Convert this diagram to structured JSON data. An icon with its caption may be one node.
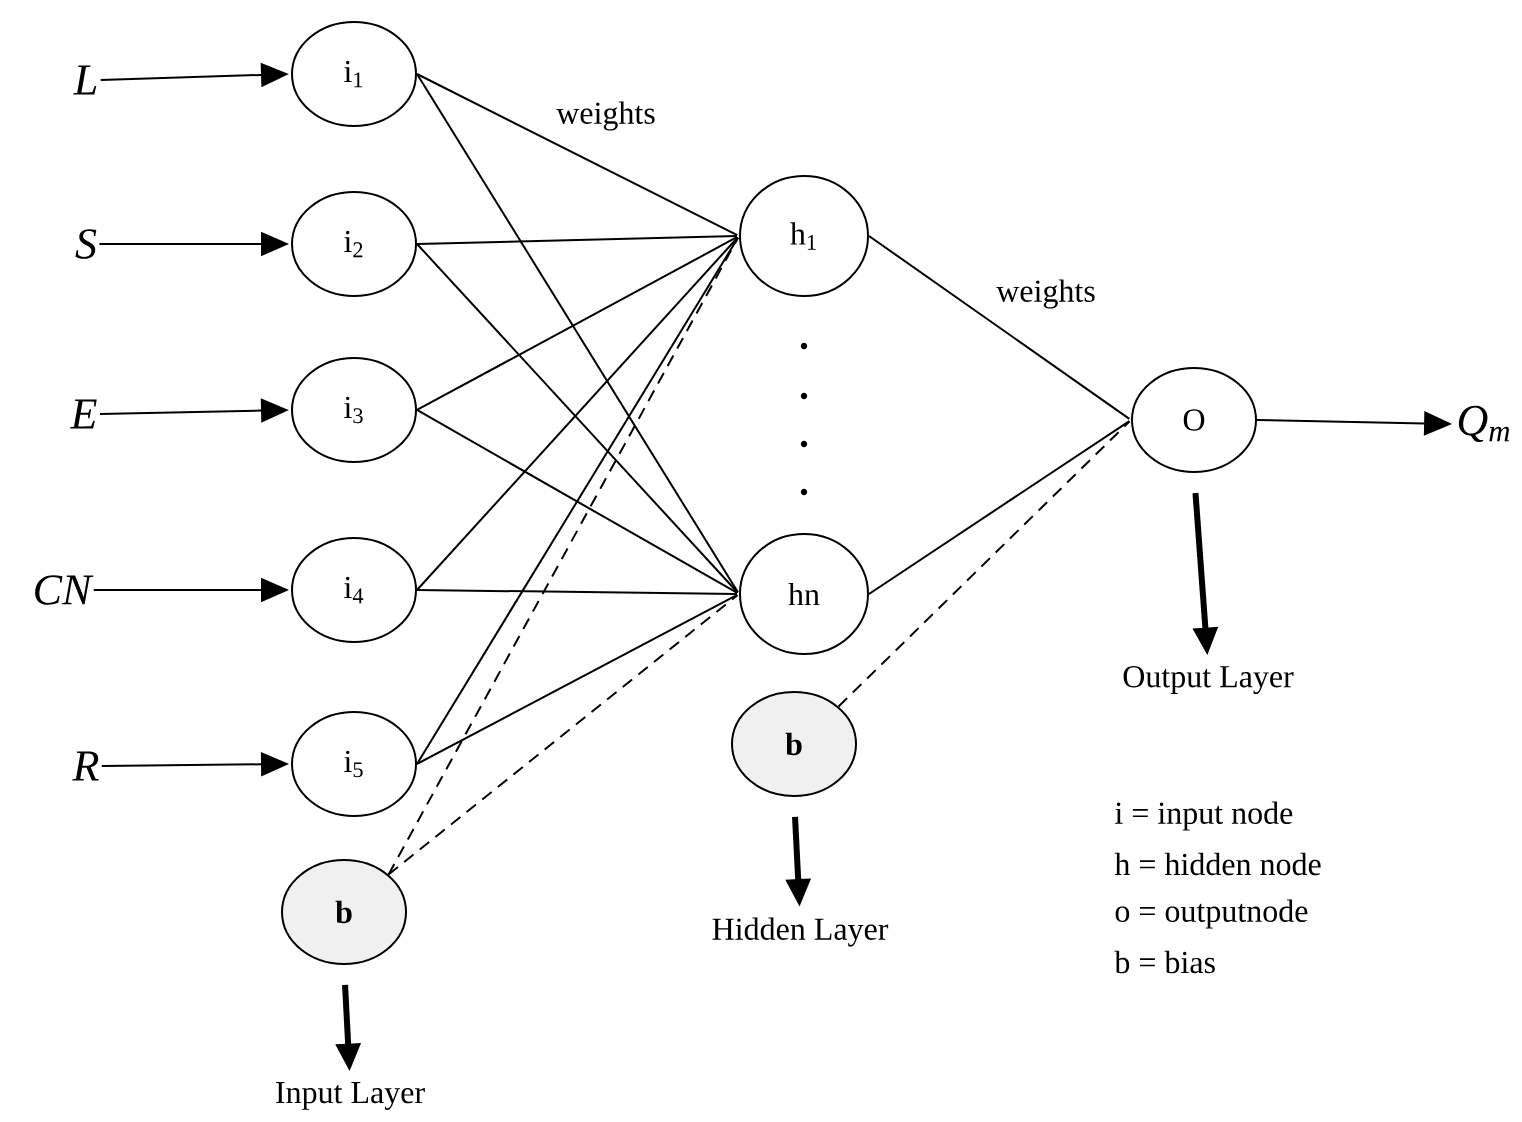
{
  "diagram": {
    "nodes": [
      {
        "text": [
          "L"
        ]
      },
      {
        "text": [
          "i$_{1}$"
        ]
      },
      {
        "text": [
          "S"
        ]
      },
      {
        "text": [
          "i$_{2}$"
        ]
      },
      {
        "text": [
          "E"
        ]
      },
      {
        "text": [
          "i$_{3}$"
        ]
      },
      {
        "text": [
          "CN"
        ]
      },
      {
        "text": [
          "i$_{4}$"
        ]
      },
      {
        "text": [
          "R"
        ]
      },
      {
        "text": [
          "i$_{5}$"
        ]
      },
      {
        "text": [
          "b"
        ]
      },
      {
        "text": [
          "h$_{1}$"
        ]
      },
      {
        "text": [
          "hn"
        ]
      },
      {
        "text": [
          "b"
        ]
      },
      {
        "text": [
          "O"
        ]
      },
      {
        "text": [
          "Q$_{m}$"
        ]
      },
      {
        "text": [
          "Input Layer"
        ]
      },
      {
        "text": [
          "Hidden Layer"
        ]
      },
      {
        "text": [
          "Output Layer"
        ]
      }
    ],
    "edges": [
      {
        "from": 0,
        "to": 1,
        "arrow": "to"
      },
      {
        "from": 2,
        "to": 3,
        "arrow": "to"
      },
      {
        "from": 4,
        "to": 5,
        "arrow": "to"
      },
      {
        "from": 6,
        "to": 7,
        "arrow": "to"
      },
      {
        "from": 8,
        "to": 9,
        "arrow": "to"
      },
      {
        "from": 1,
        "to": 11,
        "arrow": "none"
      },
      {
        "from": 1,
        "to": 12,
        "arrow": "none"
      },
      {
        "from": 3,
        "to": 11,
        "arrow": "none"
      },
      {
        "from": 3,
        "to": 12,
        "arrow": "none"
      },
      {
        "from": 5,
        "to": 11,
        "arrow": "none"
      },
      {
        "from": 5,
        "to": 12,
        "arrow": "none"
      },
      {
        "from": 7,
        "to": 11,
        "arrow": "none"
      },
      {
        "from": 7,
        "to": 12,
        "arrow": "none"
      },
      {
        "from": 9,
        "to": 11,
        "arrow": "none"
      },
      {
        "from": 9,
        "to": 12,
        "arrow": "none"
      },
      {
        "from": 10,
        "to": 11,
        "arrow": "none",
        "style": "dashed"
      },
      {
        "from": 10,
        "to": 12,
        "arrow": "none",
        "style": "dashed"
      },
      {
        "from": 11,
        "to": 14,
        "arrow": "none"
      },
      {
        "from": 12,
        "to": 14,
        "arrow": "none"
      },
      {
        "from": 13,
        "to": 14,
        "arrow": "none",
        "style": "dashed"
      },
      {
        "from": 14,
        "to": 15,
        "arrow": "to"
      },
      {
        "from": 10,
        "to": 16,
        "arrow": "to",
        "style": "thick"
      },
      {
        "from": 13,
        "to": 17,
        "arrow": "to",
        "style": "thick"
      },
      {
        "from": 14,
        "to": 18,
        "arrow": "to",
        "style": "thick"
      }
    ],
    "labels": [
      "weights",
      "weights",
      "i = input node",
      "h = hidden node",
      "o = outputnode",
      "b = bias"
    ]
  }
}
